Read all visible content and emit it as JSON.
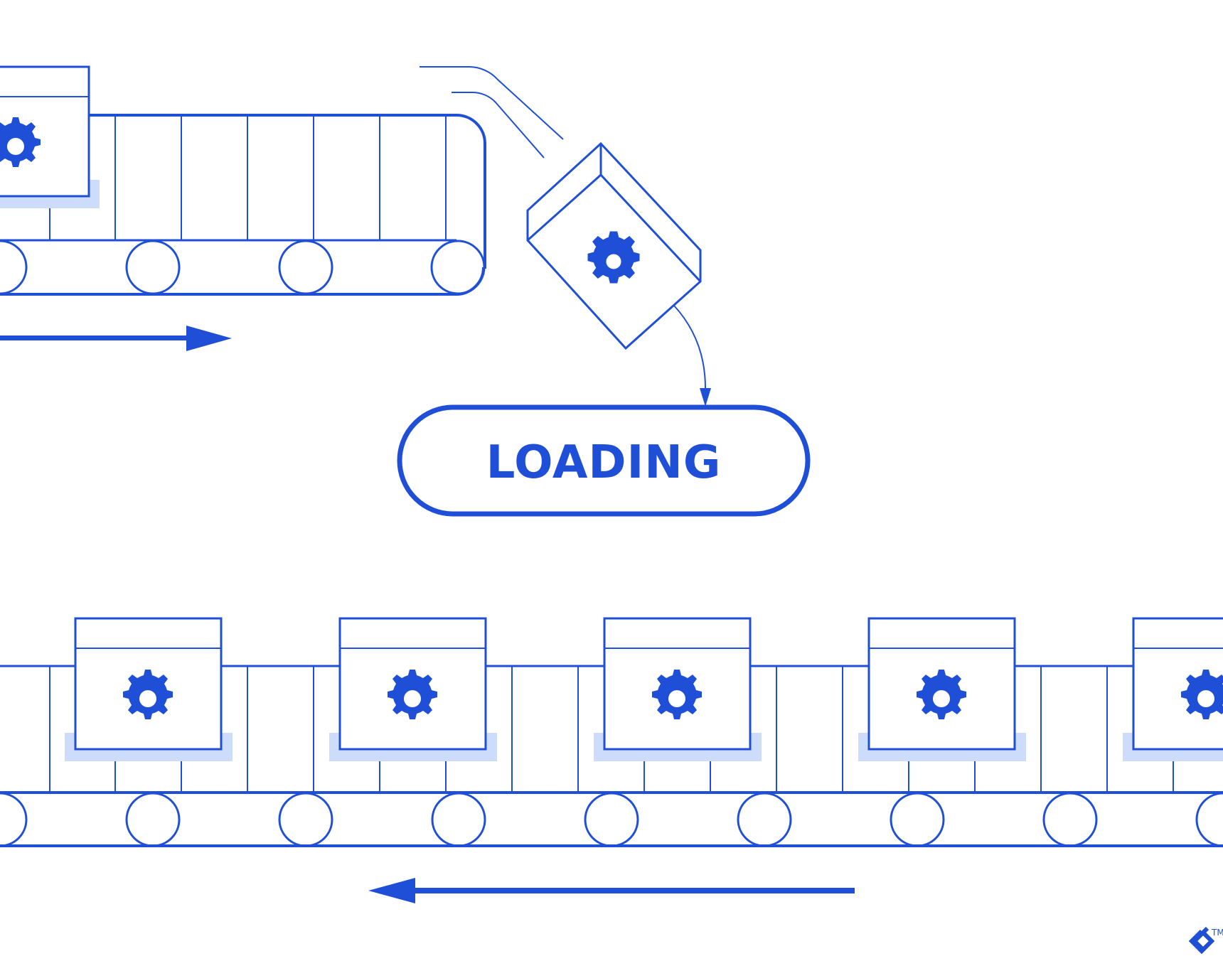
{
  "loading_label": "LOADING",
  "trademark": "TM",
  "colors": {
    "line": "#1f4fd6",
    "shadow": "#cddcfb",
    "background": "#ffffff"
  },
  "top_conveyor": {
    "direction": "right",
    "boxes_visible": 1,
    "icon": "gear-icon"
  },
  "falling_box": {
    "icon": "gear-icon",
    "flow": "into-loading"
  },
  "bottom_conveyor": {
    "direction": "left",
    "boxes_visible": 5,
    "icon": "gear-icon"
  },
  "logo": {
    "icon": "brand-logo-icon"
  }
}
